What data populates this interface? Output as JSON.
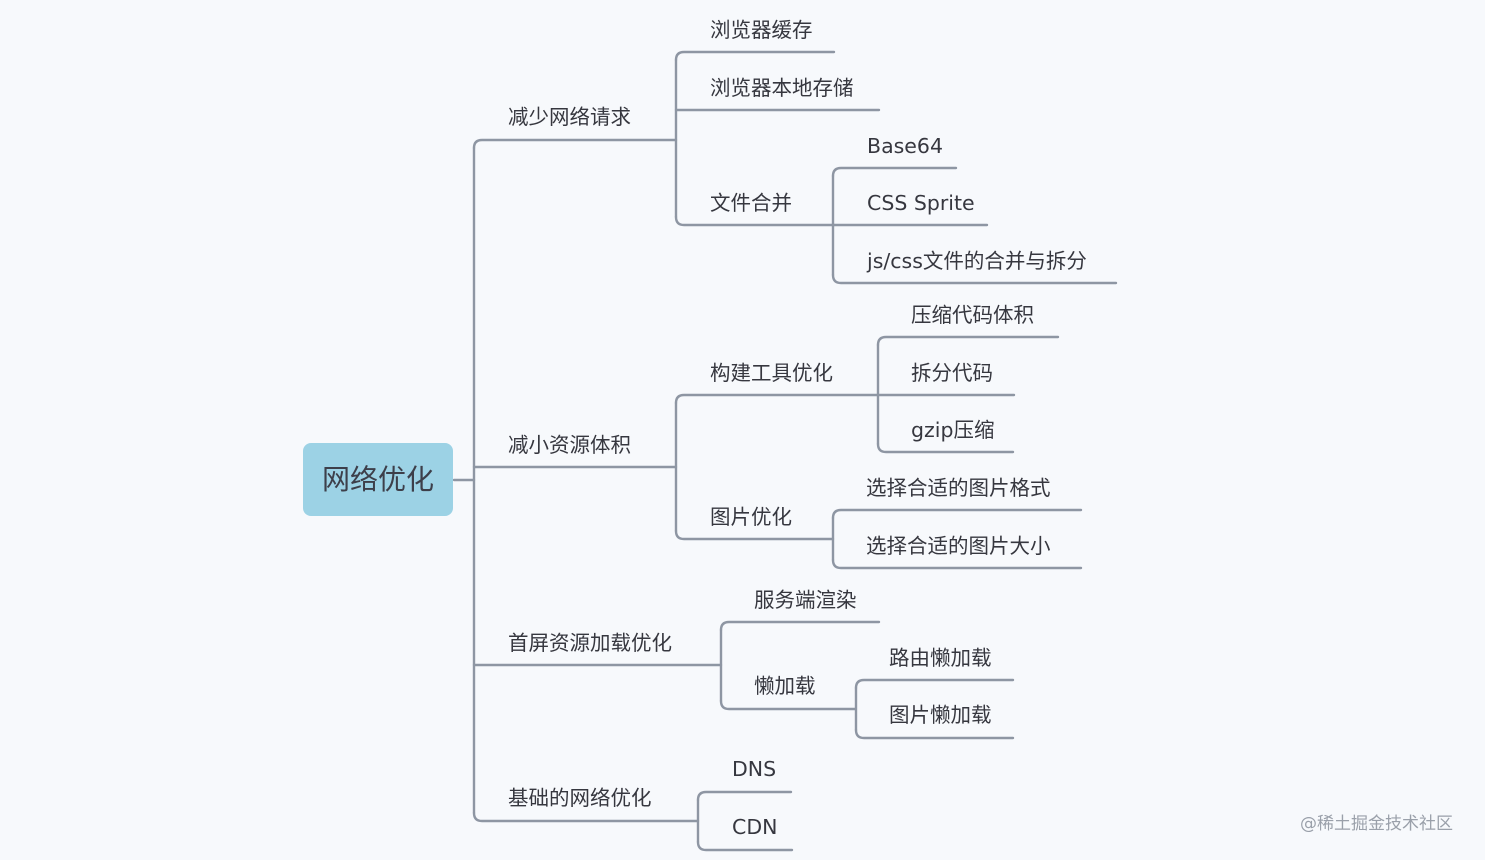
{
  "root": {
    "label": "网络优化"
  },
  "branches": [
    {
      "label": "减少网络请求",
      "children": [
        {
          "label": "浏览器缓存"
        },
        {
          "label": "浏览器本地存储"
        },
        {
          "label": "文件合并",
          "children": [
            {
              "label": "Base64"
            },
            {
              "label": "CSS Sprite"
            },
            {
              "label": "js/css文件的合并与拆分"
            }
          ]
        }
      ]
    },
    {
      "label": "减小资源体积",
      "children": [
        {
          "label": "构建工具优化",
          "children": [
            {
              "label": "压缩代码体积"
            },
            {
              "label": "拆分代码"
            },
            {
              "label": "gzip压缩"
            }
          ]
        },
        {
          "label": "图片优化",
          "children": [
            {
              "label": "选择合适的图片格式"
            },
            {
              "label": "选择合适的图片大小"
            }
          ]
        }
      ]
    },
    {
      "label": "首屏资源加载优化",
      "children": [
        {
          "label": "服务端渲染"
        },
        {
          "label": "懒加载",
          "children": [
            {
              "label": "路由懒加载"
            },
            {
              "label": "图片懒加载"
            }
          ]
        }
      ]
    },
    {
      "label": "基础的网络优化",
      "children": [
        {
          "label": "DNS"
        },
        {
          "label": "CDN"
        }
      ]
    }
  ],
  "watermark": "@稀土掘金技术社区",
  "colors": {
    "background": "#f7f9fc",
    "root_fill": "#9cd2e5",
    "line": "#8e96a3",
    "text": "#36373f"
  }
}
